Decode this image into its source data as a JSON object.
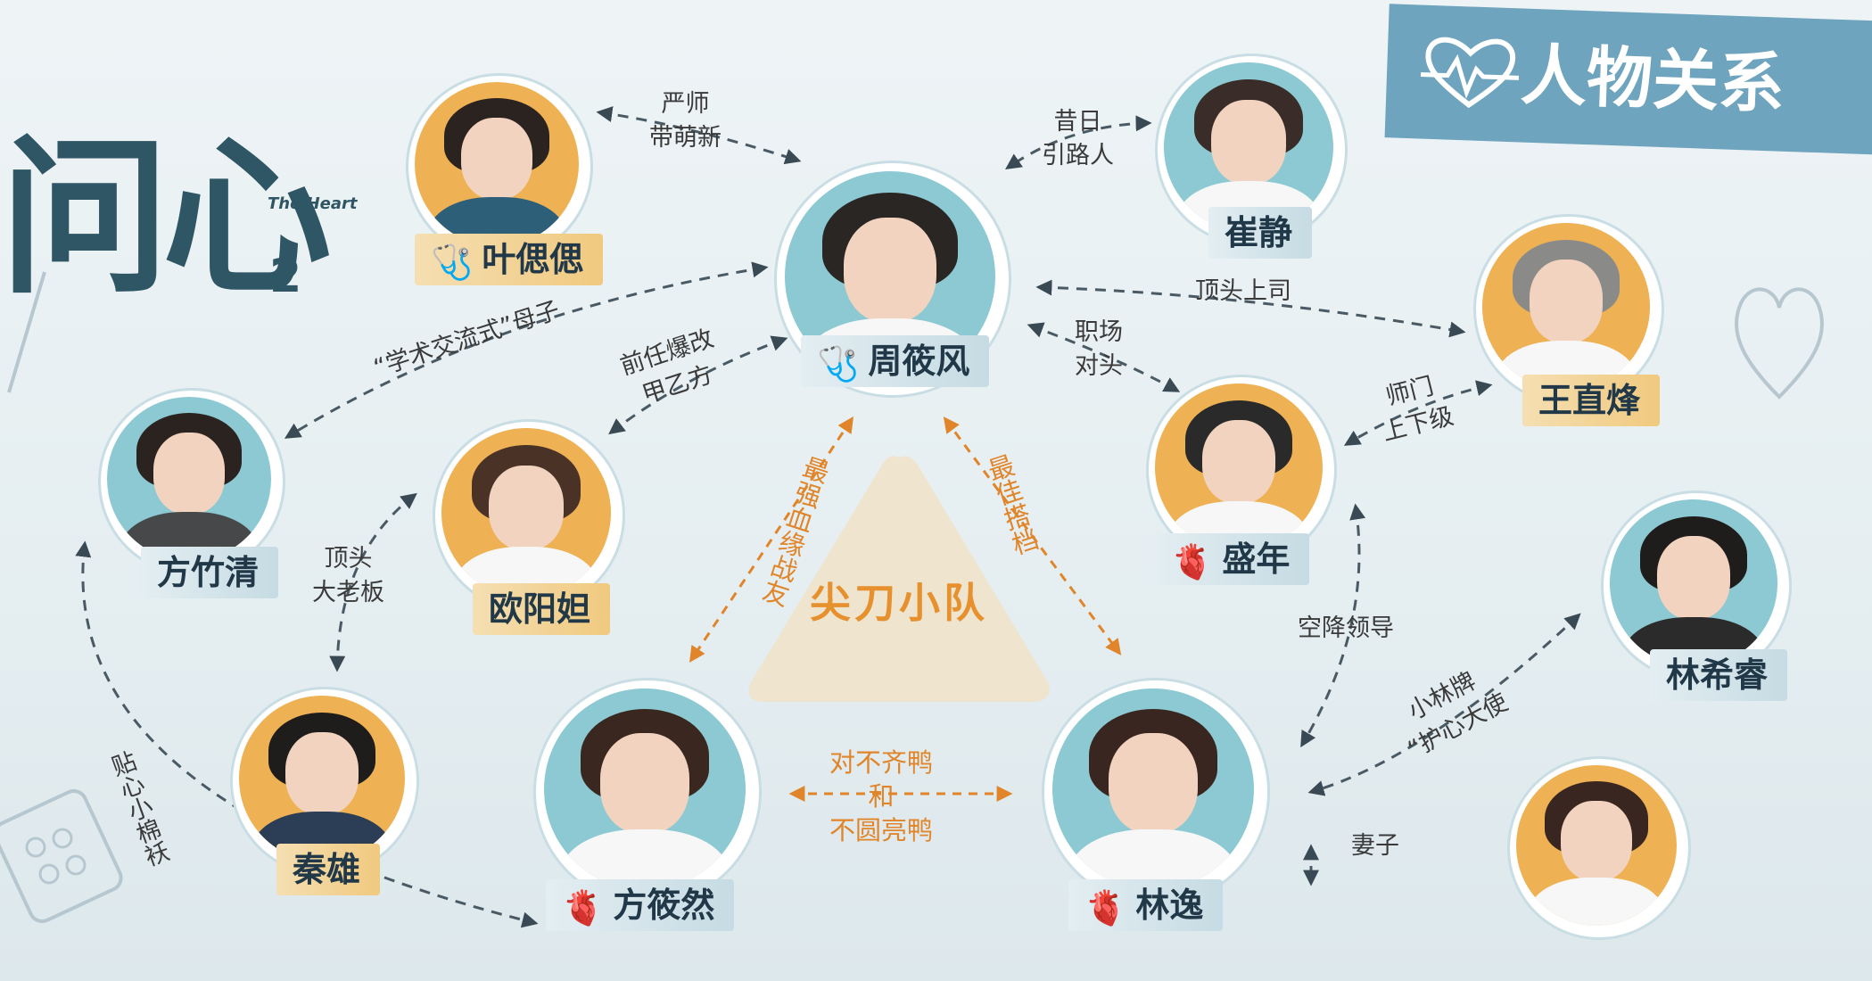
{
  "poster": {
    "show_title": "问心",
    "show_title_en": "The Heart",
    "show_season": "2",
    "banner_title": "人物关系"
  },
  "team_name": "尖刀小队",
  "characters": {
    "ye": "叶偲偲",
    "zhou": "周筱风",
    "cui": "崔静",
    "wang": "王直烽",
    "fang_zq": "方竹清",
    "ouyang": "欧阳妲",
    "sheng": "盛年",
    "linxr": "林希睿",
    "qin": "秦雄",
    "fang_xr": "方筱然",
    "linyi": "林逸"
  },
  "relations": {
    "ye_zhou": "严师\n带萌新",
    "cui_zhou": "昔日\n引路人",
    "academic_mother_son": "“学术交流式”母子",
    "ex_client": "前任爆改\n甲乙方",
    "boss": "顶头上司",
    "rival": "职场\n对头",
    "mentor_subordinate": "师门\n上下级",
    "top_boss": "顶头\n大老板",
    "strongest_blood": "最强血缘战友",
    "best_partner": "最佳搭档",
    "airborne_leader": "空降领导",
    "heart_ambassador": "小林牌\n“护心大使",
    "ducks": "对不齐鸭\n和\n不圆亮鸭",
    "caring_jacket": "贴心小棉袄",
    "wife": "妻子"
  },
  "colors": {
    "ring_teal": "#8cc9d3",
    "ring_orange": "#eeb154",
    "accent_orange": "#e0852a",
    "banner_blue": "#6fa4bf",
    "title_blue": "#2f5664"
  }
}
